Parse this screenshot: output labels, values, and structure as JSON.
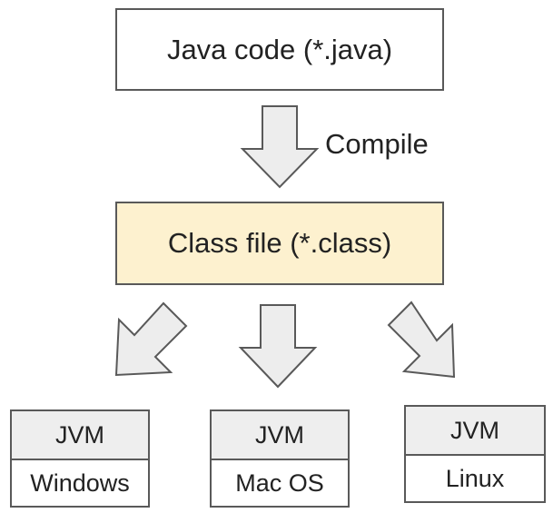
{
  "diagram": {
    "source": {
      "label": "Java code (*.java)"
    },
    "compile": {
      "label": "Compile"
    },
    "bytecode": {
      "label": "Class file (*.class)"
    },
    "platforms": [
      {
        "runtime": "JVM",
        "os": "Windows"
      },
      {
        "runtime": "JVM",
        "os": "Mac OS"
      },
      {
        "runtime": "JVM",
        "os": "Linux"
      }
    ]
  },
  "colors": {
    "bytecode_fill": "#fdf1cf",
    "arrow_fill": "#ededed",
    "jvm_header_fill": "#eeeeee",
    "outline": "#595959"
  },
  "icons": [
    "down-arrow-icon",
    "down-left-arrow-icon",
    "down-right-arrow-icon"
  ]
}
